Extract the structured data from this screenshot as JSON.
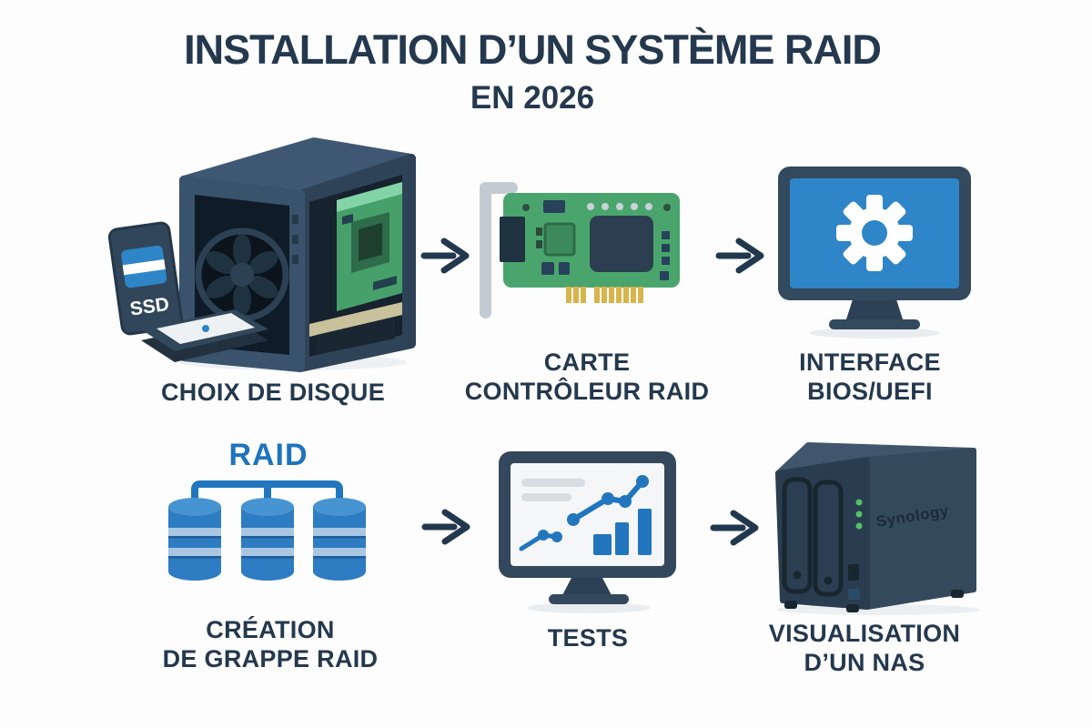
{
  "title": {
    "line1": "INSTALLATION D’UN SYSTÈME RAID",
    "line2": "EN 2026"
  },
  "steps": [
    {
      "label": "CHOIX DE DISQUE",
      "icon": "pc-case-with-ssd"
    },
    {
      "label": "CARTE\nCONTRÔLEUR RAID",
      "icon": "raid-controller-card"
    },
    {
      "label": "INTERFACE\nBIOS/UEFI",
      "icon": "monitor-with-gear"
    },
    {
      "label": "CRÉATION\nDE GRAPPE RAID",
      "icon": "raid-disk-cluster"
    },
    {
      "label": "TESTS",
      "icon": "monitor-with-charts"
    },
    {
      "label": "VISUALISATION\nD’UN NAS",
      "icon": "synology-nas"
    }
  ],
  "icon_texts": {
    "ssd": "SSD",
    "raid": "RAID",
    "synology": "Synology"
  },
  "colors": {
    "text_navy": "#24384e",
    "case_navy": "#3a536c",
    "screen_blue": "#2e86c8",
    "raid_blue": "#2176bd",
    "cylinder_blue": "#2e7cc2",
    "band_light_blue": "#a9c7e2",
    "pcb_green": "#4aa56d",
    "pin_gold": "#d9b44c",
    "led_green": "#54c262",
    "bracket_gray": "#c3cbd2",
    "background": "#fdfdfd"
  }
}
